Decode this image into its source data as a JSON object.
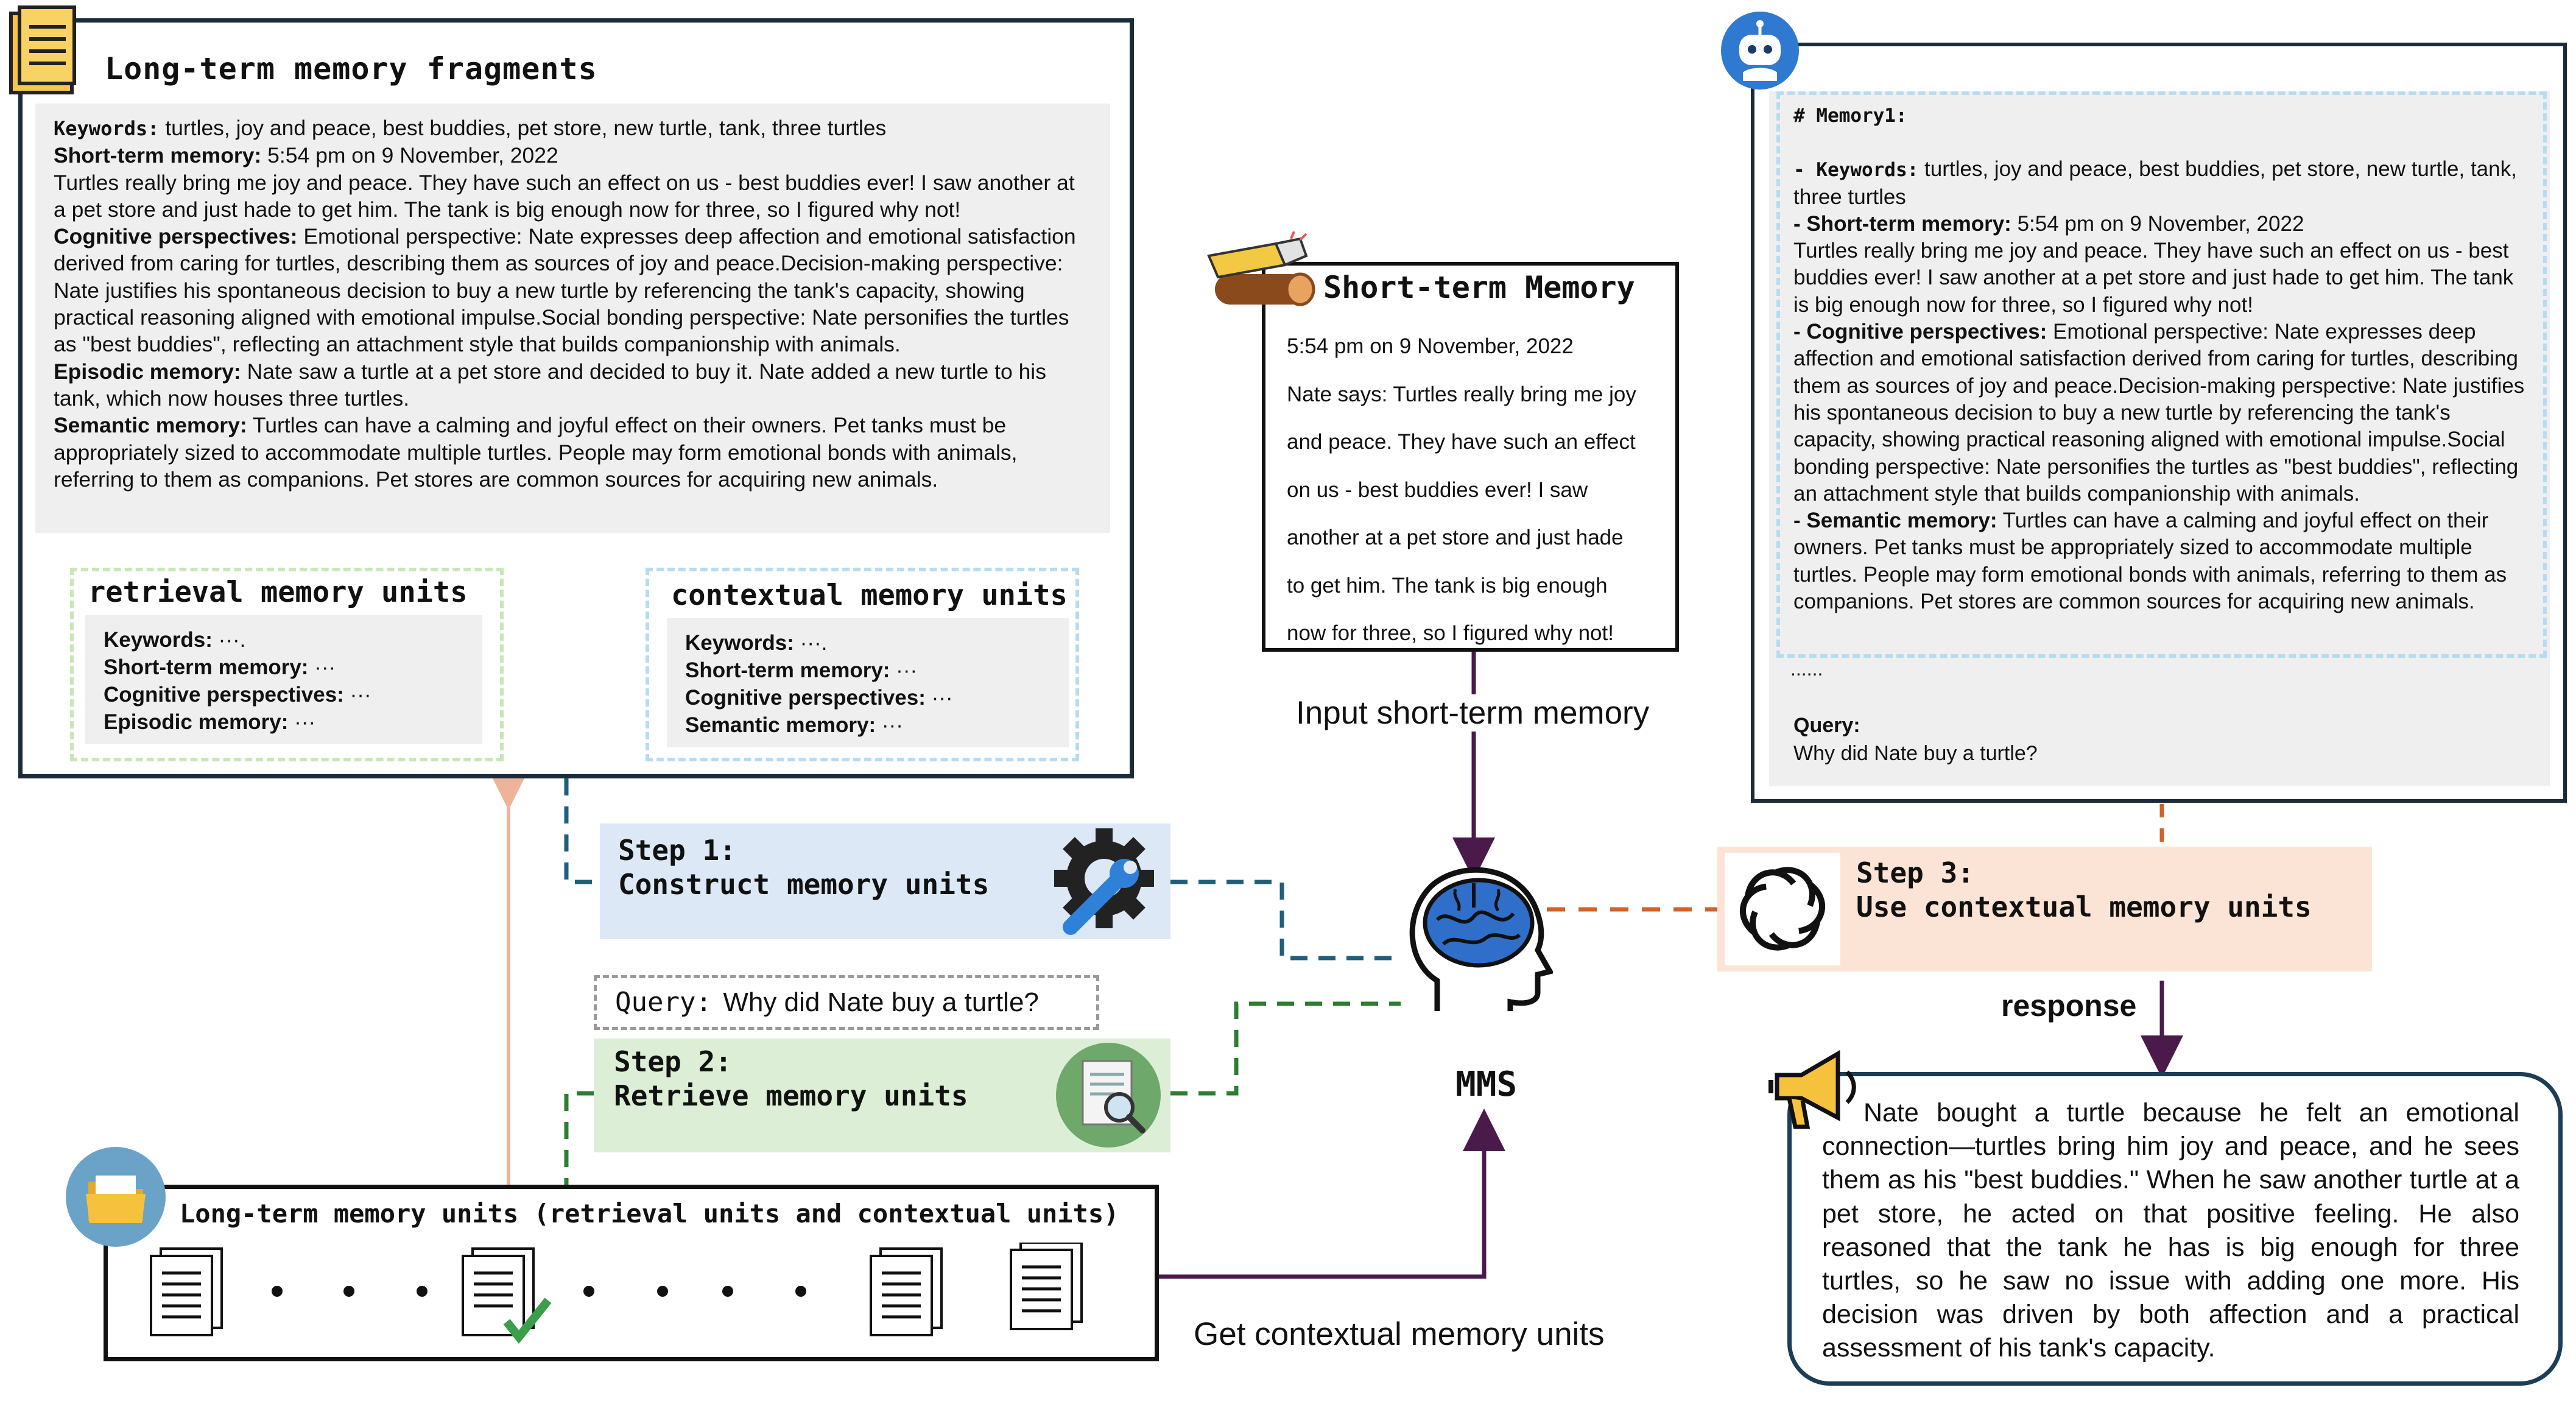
{
  "ltm": {
    "title": "Long-term memory fragments",
    "keywords_label": "Keywords:",
    "keywords_value": "turtles, joy and peace, best buddies, pet store, new turtle, tank, three turtles",
    "stm_label": "Short-term memory:",
    "stm_time": "5:54 pm on 9 November, 2022",
    "stm_text": "Turtles really bring me joy and peace. They have such an effect on us - best buddies ever! I saw another at a pet store and just hade to get him. The tank is big enough now for three, so I figured why not!",
    "cog_label": "Cognitive perspectives:",
    "cog_text": "Emotional perspective: Nate expresses deep affection and emotional satisfaction derived from caring for turtles, describing them as sources of joy and peace.Decision-making perspective: Nate justifies his spontaneous decision to buy a new turtle by referencing the tank's capacity, showing practical reasoning aligned with emotional impulse.Social bonding perspective: Nate personifies the turtles as \"best buddies\", reflecting an attachment style that builds companionship with animals.",
    "epi_label": "Episodic memory:",
    "epi_text": "Nate saw a turtle at a pet store and decided to buy it. Nate added a new turtle to his tank, which now houses three turtles.",
    "sem_label": "Semantic memory:",
    "sem_text": "Turtles can have a calming and joyful effect on their owners. Pet tanks must be appropriately sized to accommodate multiple turtles. People may form emotional bonds with animals, referring to them as companions. Pet stores are common sources for acquiring new animals."
  },
  "retrieval_units": {
    "title": "retrieval memory units",
    "rows": [
      {
        "label": "Keywords:",
        "value": " ···."
      },
      {
        "label": "Short-term memory:",
        "value": " ···"
      },
      {
        "label": "Cognitive perspectives:",
        "value": " ···"
      },
      {
        "label": "Episodic memory:",
        "value": " ···"
      }
    ]
  },
  "contextual_units": {
    "title": "contextual memory units",
    "rows": [
      {
        "label": "Keywords:",
        "value": " ···."
      },
      {
        "label": "Short-term memory:",
        "value": " ···"
      },
      {
        "label": "Cognitive perspectives:",
        "value": " ···"
      },
      {
        "label": "Semantic memory:",
        "value": " ···"
      }
    ]
  },
  "short_term": {
    "title": "Short-term Memory",
    "lines": [
      "5:54 pm on 9 November, 2022",
      "Nate says: Turtles really bring me joy",
      "and peace. They have such an effect",
      "on us - best buddies ever! I saw",
      "another at a pet store and just hade",
      "to get him. The tank is big enough",
      "now for three, so I figured why not!"
    ]
  },
  "labels": {
    "input_stm": "Input short-term memory",
    "get_ctx": "Get contextual memory units",
    "response": "response",
    "mms": "MMS"
  },
  "steps": {
    "s1_line1": "Step 1:",
    "s1_line2": "Construct memory units",
    "s2_line1": "Step 2:",
    "s2_line2": "Retrieve memory units",
    "s3_line1": "Step 3:",
    "s3_line2": "Use contextual memory units"
  },
  "query": {
    "label": "Query:",
    "text": "Why did Nate buy a turtle?"
  },
  "lt_units": {
    "title": "Long-term memory units (retrieval units and contextual units)"
  },
  "prompt": {
    "header": "# Memory1:",
    "kw_label": "- Keywords:",
    "kw_value": "turtles, joy and peace, best buddies, pet store, new turtle, tank, three turtles",
    "stm_label": "- Short-term memory:",
    "stm_time": "5:54 pm on 9 November, 2022",
    "stm_text": "Turtles really bring me joy and peace. They have such an effect on us - best buddies ever! I saw another at a pet store and just hade to get him. The tank is big enough now for three, so I figured why not!",
    "cog_label": "- Cognitive perspectives:",
    "cog_text": "Emotional perspective: Nate expresses deep affection and emotional satisfaction derived from caring for turtles, describing them as sources of joy and peace.Decision-making perspective: Nate justifies his spontaneous decision to buy a new turtle by referencing the tank's capacity, showing practical reasoning aligned with emotional impulse.Social bonding perspective: Nate personifies the turtles as \"best buddies\", reflecting an attachment style that builds companionship with animals.",
    "sem_label": "- Semantic memory:",
    "sem_text": "Turtles can have a calming and joyful effect on their owners. Pet tanks must be appropriately sized to accommodate multiple turtles. People may form emotional bonds with animals, referring to them as companions. Pet stores are common sources for acquiring new animals.",
    "ellipsis": "......",
    "query_label": "Query:",
    "query_text": "Why did Nate buy a turtle?"
  },
  "answer": {
    "text": "Nate bought a turtle because he felt an emotional connection—turtles bring him joy and peace, and he sees them as his \"best buddies.\" When he saw another turtle at a pet store, he acted on that positive feeling. He also reasoned that the tank he has is big enough for three turtles, so he saw no issue with adding one more. His decision was driven by both affection and a practical assessment of his tank's capacity."
  },
  "colors": {
    "step1_bg": "#dce8f5",
    "step2_bg": "#dcefd6",
    "step3_bg": "#fbe4d6",
    "wire_blue": "#1f5f7a",
    "wire_green": "#2e7d32",
    "wire_orange": "#d4602a",
    "wire_purple": "#4a1a4a",
    "dash_green": "#c9e6b8",
    "dash_blue": "#b7dcf2"
  }
}
